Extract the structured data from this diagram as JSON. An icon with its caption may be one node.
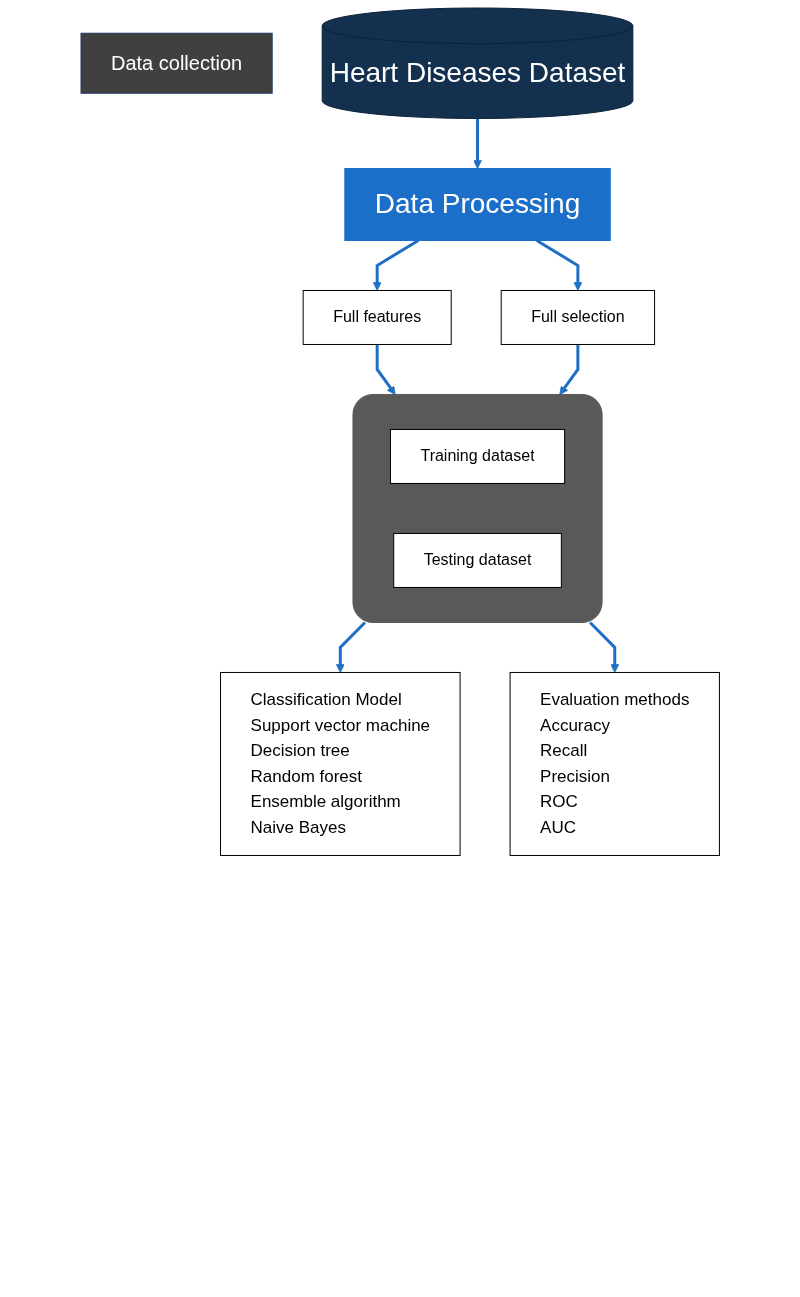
{
  "diagram": {
    "nodes": [
      {
        "text": [
          "Data collection"
        ]
      },
      {
        "text": [
          "Heart Diseases Dataset"
        ]
      },
      {
        "text": [
          "Data Processing"
        ]
      },
      {
        "text": [
          "Full features"
        ]
      },
      {
        "text": [
          "Full selection"
        ]
      },
      {
        "text": [],
        "shape": "box"
      },
      {
        "text": [
          "Training dataset"
        ],
        "in": 5
      },
      {
        "text": [
          "Testing dataset"
        ],
        "in": 5
      },
      {
        "text": [
          "Classification Model",
          "Support vector machine",
          "Decision tree",
          "Random forest",
          "Ensemble algorithm",
          "Naive Bayes"
        ]
      },
      {
        "text": [
          "Evaluation methods",
          "Accuracy",
          "Recall",
          "Precision",
          "ROC",
          "AUC"
        ]
      }
    ],
    "edges": [
      {
        "from": 1,
        "to": 2,
        "arrow": "to"
      },
      {
        "from": 2,
        "to": 3,
        "arrow": "to"
      },
      {
        "from": 2,
        "to": 4,
        "arrow": "to"
      },
      {
        "from": 3,
        "to": 5,
        "arrow": "to"
      },
      {
        "from": 4,
        "to": 5,
        "arrow": "to"
      },
      {
        "from": 5,
        "to": 8,
        "arrow": "to"
      },
      {
        "from": 5,
        "to": 9,
        "arrow": "to"
      }
    ]
  }
}
